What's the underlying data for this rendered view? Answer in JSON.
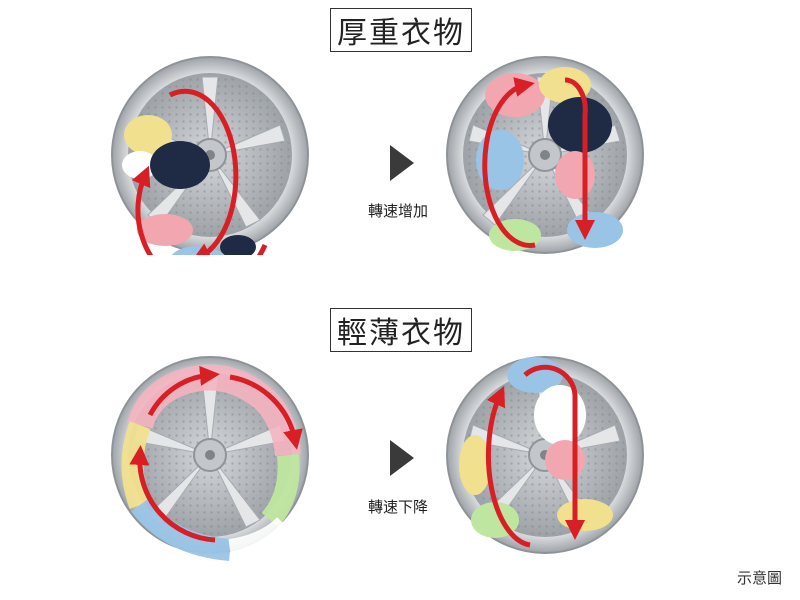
{
  "heavy": {
    "label": "厚重衣物",
    "speed_text": "轉速增加"
  },
  "light": {
    "label": "輕薄衣物",
    "speed_text": "轉速下降"
  },
  "caption": "示意圖",
  "icons": {
    "transition": "play-triangle-icon"
  },
  "colors": {
    "arrow": "#d81f26",
    "drum": "#c9cdd1",
    "rim": "#aeb3b8"
  }
}
